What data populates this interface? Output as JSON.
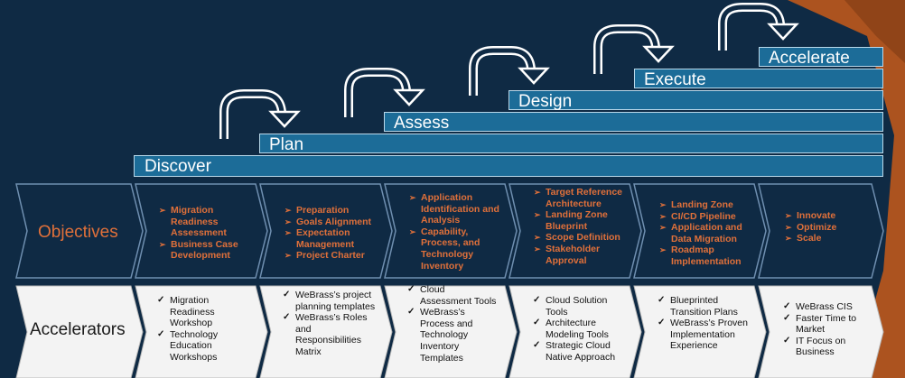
{
  "colors": {
    "background": "#0f2a44",
    "step_fill": "#1c6c98",
    "objective_text": "#e0703a",
    "accent_orange": "#b5551e"
  },
  "steps": [
    {
      "label": "Discover"
    },
    {
      "label": "Plan"
    },
    {
      "label": "Assess"
    },
    {
      "label": "Design"
    },
    {
      "label": "Execute"
    },
    {
      "label": "Accelerate"
    }
  ],
  "objectives": {
    "label": "Objectives",
    "columns": [
      {
        "items": [
          "Migration Readiness Assessment",
          "Business Case Development"
        ]
      },
      {
        "items": [
          "Preparation",
          "Goals Alignment",
          "Expectation Management",
          "Project Charter"
        ]
      },
      {
        "items": [
          "Application Identification and Analysis",
          "Capability, Process, and Technology Inventory"
        ]
      },
      {
        "items": [
          "Target Reference Architecture",
          "Landing Zone Blueprint",
          "Scope Definition",
          "Stakeholder Approval"
        ]
      },
      {
        "items": [
          "Landing Zone",
          "CI/CD Pipeline",
          "Application and Data Migration",
          "Roadmap Implementation"
        ]
      },
      {
        "items": [
          "Innovate",
          "Optimize",
          "Scale"
        ]
      }
    ]
  },
  "accelerators": {
    "label": "Accelerators",
    "columns": [
      {
        "items": [
          "Migration Readiness Workshop",
          "Technology Education Workshops"
        ]
      },
      {
        "items": [
          "WeBrass’s project planning templates",
          "WeBrass’s Roles and Responsibilities Matrix"
        ]
      },
      {
        "items": [
          "Cloud Assessment Tools",
          "WeBrass’s Process and Technology Inventory Templates"
        ]
      },
      {
        "items": [
          "Cloud Solution Tools",
          "Architecture Modeling Tools",
          "Strategic Cloud Native Approach"
        ]
      },
      {
        "items": [
          "Blueprinted Transition Plans",
          "WeBrass’s Proven Implementation Experience"
        ]
      },
      {
        "items": [
          "WeBrass CIS",
          "Faster Time to Market",
          "IT Focus on Business"
        ]
      }
    ]
  }
}
